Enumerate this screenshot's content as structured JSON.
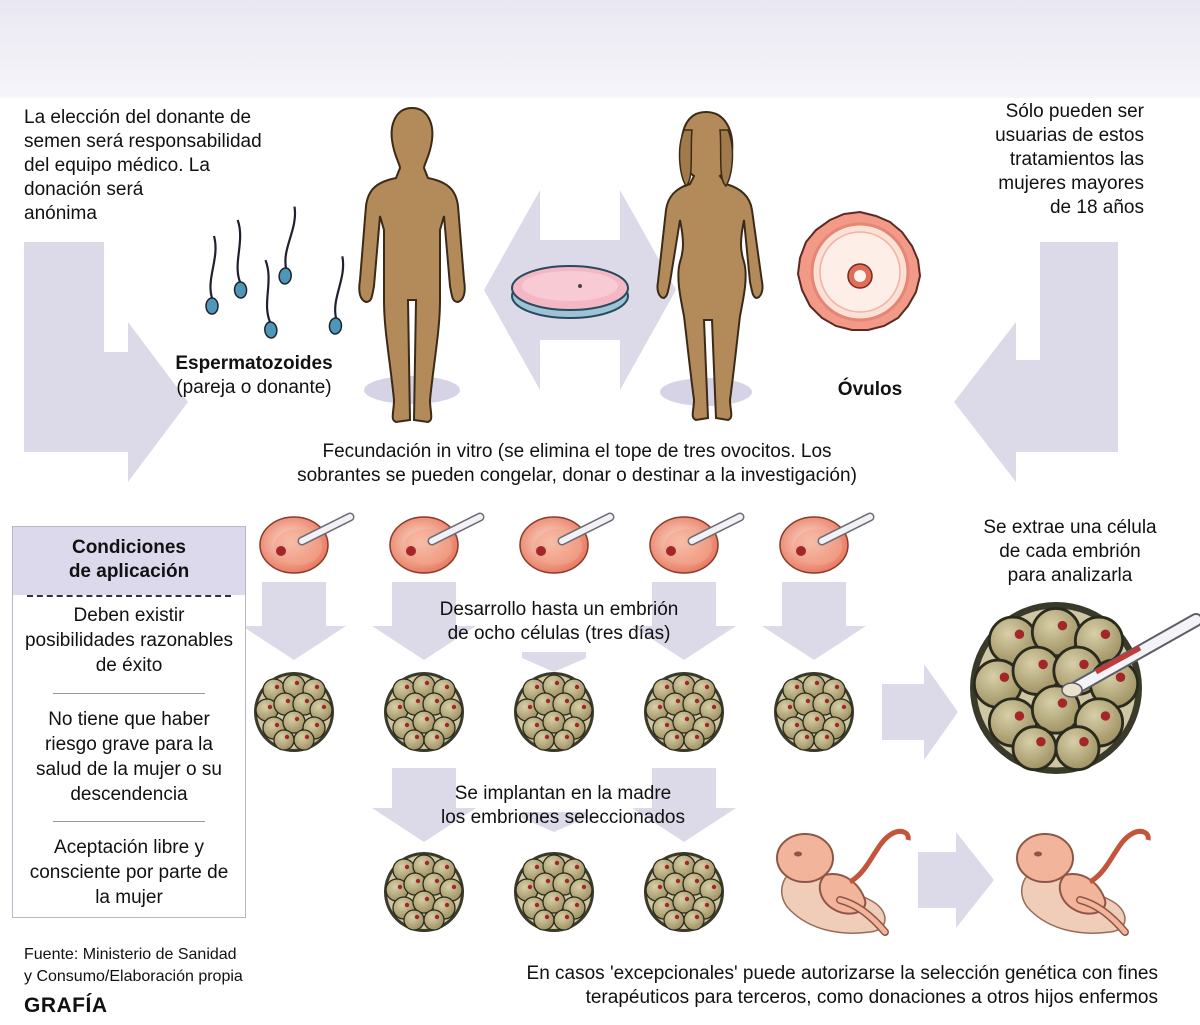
{
  "left_note": [
    "La elección del donante de",
    "semen será responsabilidad",
    "del equipo médico. La",
    "donación será",
    "anónima"
  ],
  "right_note": [
    "Sólo pueden ser",
    "usuarias de estos",
    "tratamientos las",
    "mujeres mayores",
    "de 18 años"
  ],
  "sperm_label": "Espermatozoides",
  "sperm_sublabel": "(pareja o donante)",
  "ovules_label": "Óvulos",
  "fecundation": [
    "Fecundación in vitro (se elimina el tope de tres ovocitos. Los",
    "sobrantes se pueden congelar, donar o destinar a la investigación)"
  ],
  "development": [
    "Desarrollo hasta un embrión",
    "de ocho células (tres días)"
  ],
  "extraction": [
    "Se extrae una célula",
    "de cada embrión",
    "para analizarla"
  ],
  "implant": [
    "Se implantan en la madre",
    "los embriones seleccionados"
  ],
  "conditions": {
    "title": [
      "Condiciones",
      "de aplicación"
    ],
    "items": [
      [
        "Deben existir",
        "posibilidades razonables",
        "de éxito"
      ],
      [
        "No tiene que haber",
        "riesgo grave para la",
        "salud de la mujer o su",
        "descendencia"
      ],
      [
        "Aceptación libre y",
        "consciente por parte de",
        "la mujer"
      ]
    ]
  },
  "source": [
    "Fuente: Ministerio de Sanidad",
    "y Consumo/Elaboración propia"
  ],
  "brand": "GRAFÍA",
  "bottom_note": [
    "En casos 'excepcionales' puede autorizarse la selección genética con fines",
    "terapéuticos para terceros, como donaciones a otros hijos enfermos"
  ],
  "colors": {
    "band": "#e4e2ee",
    "arrow": "#dcdae8",
    "skin": "#b38a5a",
    "petri": "#f4b7c4",
    "embryo": "#b9ad7e",
    "nucleus": "#b3262b",
    "fetus": "#f2b49b"
  }
}
